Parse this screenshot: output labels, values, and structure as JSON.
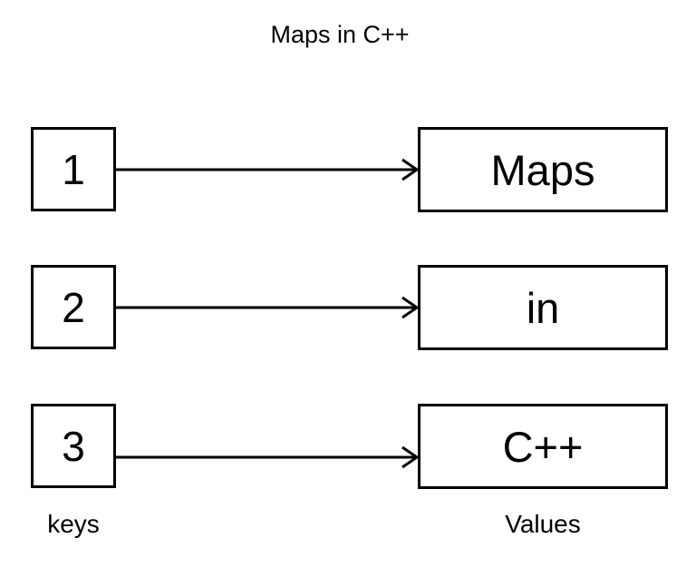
{
  "diagram": {
    "title": "Maps in C++",
    "stroke_color": "#000000",
    "background_color": "#ffffff",
    "left_column_label": "keys",
    "right_column_label": "Values",
    "pairs": [
      {
        "key": "1",
        "value": "Maps",
        "arrow": "arrow-right-icon"
      },
      {
        "key": "2",
        "value": "in",
        "arrow": "arrow-right-icon"
      },
      {
        "key": "3",
        "value": "C++",
        "arrow": "arrow-right-icon"
      }
    ]
  }
}
